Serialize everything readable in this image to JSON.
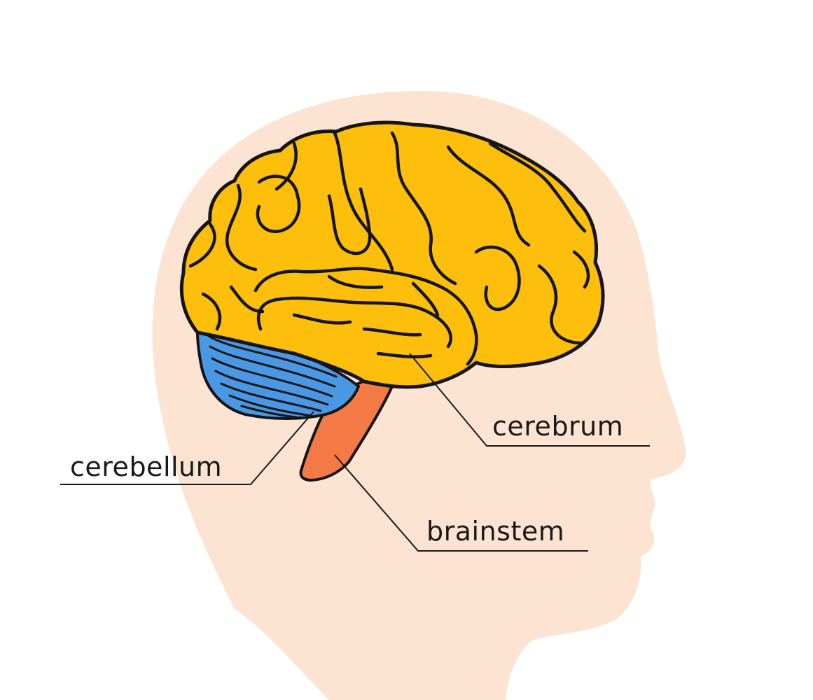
{
  "labels": {
    "cerebrum": "cerebrum",
    "cerebellum": "cerebellum",
    "brainstem": "brainstem"
  },
  "colors": {
    "head": "#fde3d1",
    "cerebrum": "#fdbf0c",
    "cerebellum": "#4a98e4",
    "brainstem": "#f47a45",
    "outline": "#151515",
    "leader": "#1a1a1a"
  }
}
